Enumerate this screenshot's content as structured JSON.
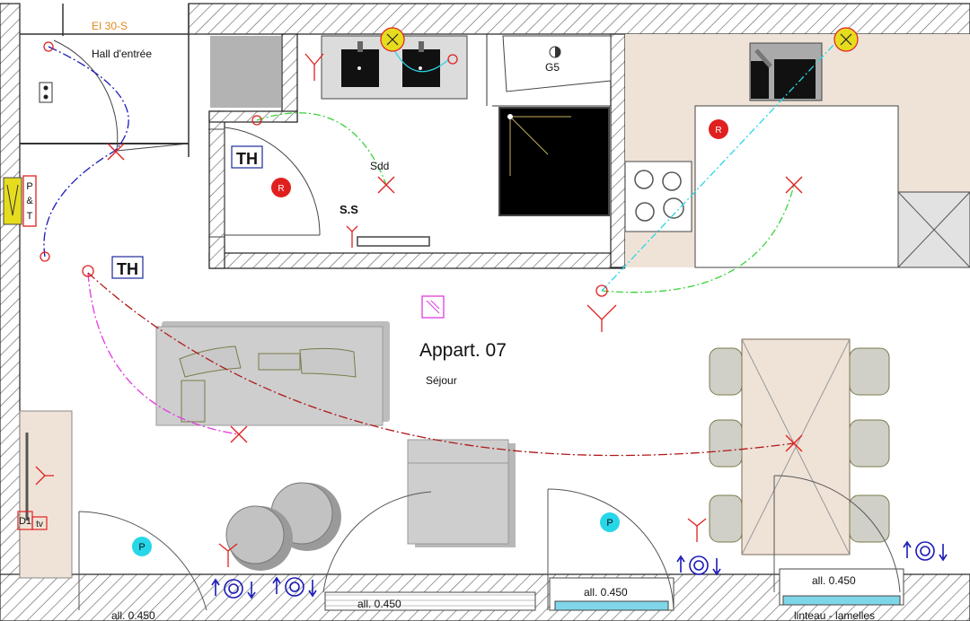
{
  "plan": {
    "apartment_name": "Appart. 07",
    "rooms": {
      "living": "Séjour",
      "entrance": "Hall d'entrée",
      "bathroom": "Sdd"
    },
    "fire_rating": "EI 30-S",
    "markers": {
      "thermostat": "TH",
      "radiator": "R",
      "floor_socket": "P",
      "gas": "G5",
      "shower_sensor": "S.S",
      "panel_p": "P",
      "panel_amp": "&",
      "panel_t": "T",
      "tv_d1": "D1",
      "tv": "tv"
    },
    "window_sills": [
      "all. 0.450",
      "all. 0.450",
      "all. 0.450",
      "all. 0.450"
    ],
    "lintel_note": "linteau - lamelles",
    "colors": {
      "wall_hatch": "#555555",
      "kitchen_floor": "#efe3d8",
      "furniture_grey": "#c8c8c8",
      "radiator_red": "#e0201f",
      "socket_cyan": "#27d6e8",
      "thermostat_blue": "#1b2a9a",
      "circuit_green": "#3ad43a",
      "circuit_blue": "#1a1ab8",
      "circuit_magenta": "#e23ae2",
      "circuit_darkred": "#b01818",
      "label_orange": "#e08a1e"
    }
  }
}
